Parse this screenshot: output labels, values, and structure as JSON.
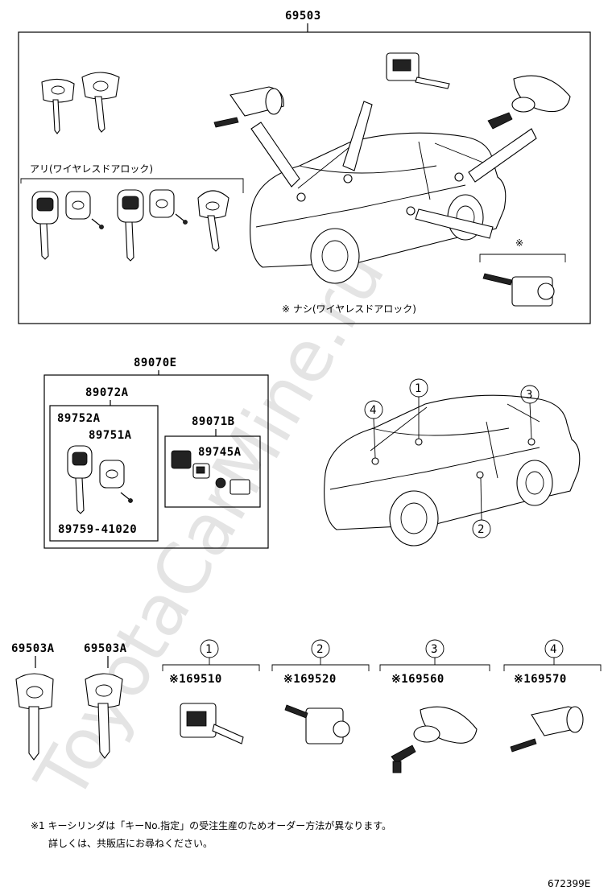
{
  "watermark": "ToyotaCarMine.ru",
  "section_top": {
    "part_number": "69503",
    "group_label": "アリ(ワイヤレスドアロック)",
    "marker": "※",
    "note": "※ ナシ(ワイヤレスドアロック)"
  },
  "section_mid": {
    "outer_part": "89070E",
    "inner_part": "89072A",
    "key_part": "89752A",
    "cover_part": "89751A",
    "screw_part": "89759-41020",
    "kit_part": "89071B",
    "kit_inner_part": "89745A",
    "callouts": [
      "1",
      "2",
      "3",
      "4"
    ]
  },
  "section_bottom": {
    "keys": [
      {
        "label": "69503A"
      },
      {
        "label": "69503A"
      }
    ],
    "cylinders": [
      {
        "callout": "1",
        "part": "※169510"
      },
      {
        "callout": "2",
        "part": "※169520"
      },
      {
        "callout": "3",
        "part": "※169560"
      },
      {
        "callout": "4",
        "part": "※169570"
      }
    ]
  },
  "footnote": {
    "line1": "※1 キーシリンダは「キーNo.指定」の受注生産のためオーダー方法が異なります。",
    "line2": "詳しくは、共販店にお尋ねください。"
  },
  "diagram_id": "672399E"
}
